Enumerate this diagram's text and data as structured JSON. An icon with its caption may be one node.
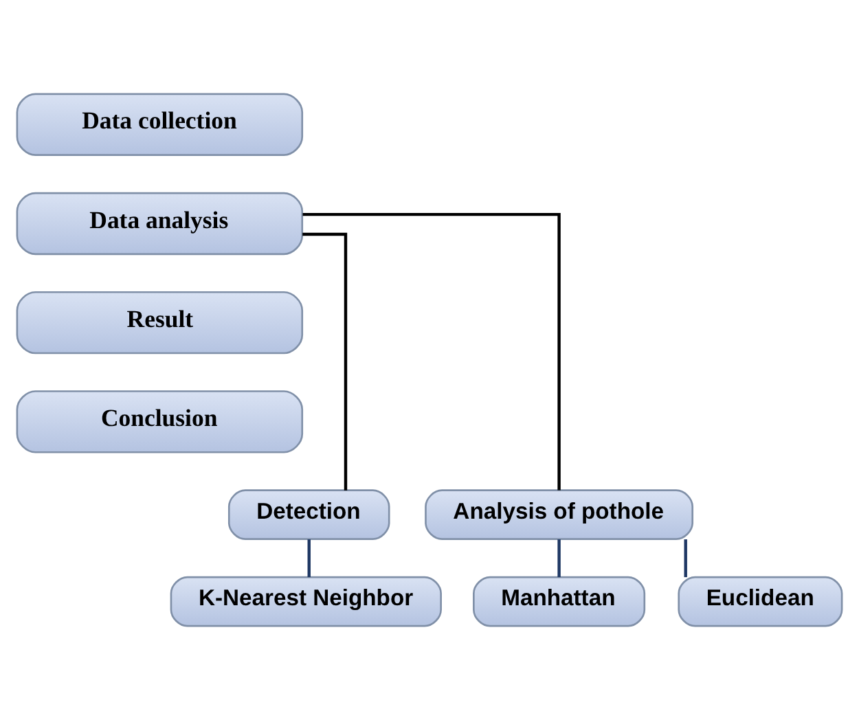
{
  "diagram": {
    "nodes": [
      {
        "text": [
          "Data collection"
        ]
      },
      {
        "text": [
          "Data analysis"
        ]
      },
      {
        "text": [
          "Result"
        ]
      },
      {
        "text": [
          "Conclusion"
        ]
      },
      {
        "text": [
          "Detection"
        ]
      },
      {
        "text": [
          "Analysis of pothole"
        ]
      },
      {
        "text": [
          "K-Nearest Neighbor"
        ]
      },
      {
        "text": [
          "Manhattan"
        ]
      },
      {
        "text": [
          "Euclidean"
        ]
      }
    ],
    "edges": [
      {
        "from": 1,
        "to": 4,
        "arrow": "none",
        "color": "#000000"
      },
      {
        "from": 1,
        "to": 5,
        "arrow": "none",
        "color": "#000000"
      },
      {
        "from": 4,
        "to": 6,
        "arrow": "none"
      },
      {
        "from": 5,
        "to": 7,
        "arrow": "none"
      },
      {
        "from": 5,
        "to": 8,
        "arrow": "none"
      }
    ]
  }
}
